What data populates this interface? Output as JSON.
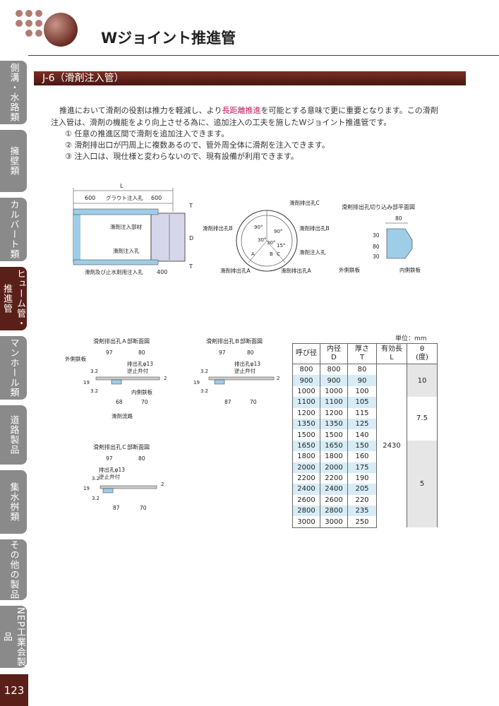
{
  "header": {
    "title": "Wジョイント推進管"
  },
  "sidebar": {
    "tabs": [
      {
        "label": "側溝・水路類"
      },
      {
        "label": "擁壁類"
      },
      {
        "label": "カルバート類"
      },
      {
        "label": "ヒューム管・推進管"
      },
      {
        "label": "マンホール類"
      },
      {
        "label": "道路製品"
      },
      {
        "label": "集水桝類"
      },
      {
        "label": "その他の製品"
      },
      {
        "label": "NEP工業会製品"
      }
    ],
    "page_number": "123"
  },
  "section": {
    "title": "J-6（滑剤注入管）"
  },
  "intro": {
    "line1_a": "推進において滑剤の役割は推力を軽減し、より",
    "line1_hl": "長距離推進",
    "line1_b": "を可能とする意味で更に重要となります。この滑剤",
    "line2": "注入管は、滑剤の機能をより向上させる為に、追加注入の工夫を施したWジョイント推進管です。",
    "items": [
      "① 任意の推進区間で滑剤を追加注入できます。",
      "② 滑剤排出口が円周上に複数あるので、管外周全体に滑剤を注入できます。",
      "③ 注入口は、現仕様と変わらないので、現有設備が利用できます。"
    ]
  },
  "diagrams": {
    "side": {
      "L": "L",
      "d600a": "600",
      "d600b": "600",
      "grout": "グラウト注入孔",
      "member": "滑剤注入部材",
      "inject": "滑剤注入孔",
      "stop": "滑剤及び止水剤用注入孔",
      "d400": "400",
      "T1": "T",
      "T2": "T",
      "D": "D"
    },
    "front": {
      "C": "滑剤排出孔C",
      "B1": "滑剤排出孔B",
      "B2": "滑剤排出孔B",
      "inject": "滑剤注入孔",
      "A1": "滑剤排出孔A",
      "A2": "滑剤排出孔A",
      "a90a": "90°",
      "a90b": "90°",
      "a30a": "30°",
      "a30b": "30°",
      "a15": "15°",
      "labA": "A",
      "labB": "B",
      "labC": "C"
    },
    "plan": {
      "title": "滑剤排出孔切り込み部平面図",
      "d80": "80",
      "d30a": "30",
      "d30b": "30",
      "d80b": "80",
      "outer": "外側鉄板",
      "inner": "内側鉄板"
    },
    "secA": {
      "title": "滑剤排出孔Ａ部断面図",
      "d97": "97",
      "d80": "80",
      "outer": "外側鉄板",
      "hole": "排出孔φ13",
      "valve": "逆止弁付",
      "inner": "内側鉄板",
      "flow": "滑剤流路",
      "d68": "68",
      "d70": "70",
      "d32a": "3.2",
      "d19": "19",
      "d32b": "3.2",
      "d2": "2"
    },
    "secB": {
      "title": "滑剤排出孔Ｂ部断面図",
      "d97": "97",
      "d80": "80",
      "hole": "排出孔φ13",
      "valve": "逆止弁付",
      "d87": "87",
      "d70": "70",
      "d32a": "3.2",
      "d19": "19",
      "d32b": "3.2",
      "d2": "2"
    },
    "secC": {
      "title": "滑剤排出孔Ｃ部断面図",
      "d97": "97",
      "d80": "80",
      "hole": "排出孔φ13",
      "valve": "逆止弁付",
      "d87": "87",
      "d70": "70",
      "d32a": "3.2",
      "d19": "19",
      "d32b": "3.2",
      "d2": "2"
    }
  },
  "table": {
    "unit": "単位：mm",
    "headers": [
      {
        "l1": "呼び径",
        "l2": ""
      },
      {
        "l1": "内径",
        "l2": "D"
      },
      {
        "l1": "厚さ",
        "l2": "T"
      },
      {
        "l1": "有効長",
        "l2": "L"
      },
      {
        "l1": "θ",
        "l2": "(度)"
      }
    ],
    "rows": [
      [
        "800",
        "800",
        "80"
      ],
      [
        "900",
        "900",
        "90"
      ],
      [
        "1000",
        "1000",
        "100"
      ],
      [
        "1100",
        "1100",
        "105"
      ],
      [
        "1200",
        "1200",
        "115"
      ],
      [
        "1350",
        "1350",
        "125"
      ],
      [
        "1500",
        "1500",
        "140"
      ],
      [
        "1650",
        "1650",
        "150"
      ],
      [
        "1800",
        "1800",
        "160"
      ],
      [
        "2000",
        "2000",
        "175"
      ],
      [
        "2200",
        "2200",
        "190"
      ],
      [
        "2400",
        "2400",
        "205"
      ],
      [
        "2600",
        "2600",
        "220"
      ],
      [
        "2800",
        "2800",
        "235"
      ],
      [
        "3000",
        "3000",
        "250"
      ]
    ],
    "length": "2430",
    "theta": [
      "10",
      "7.5",
      "5"
    ]
  },
  "colors": {
    "brand": "#5a1f18",
    "table_blue": "#d7ecf6",
    "pipe_blue": "#9ecde8",
    "highlight": "#c2185b"
  }
}
